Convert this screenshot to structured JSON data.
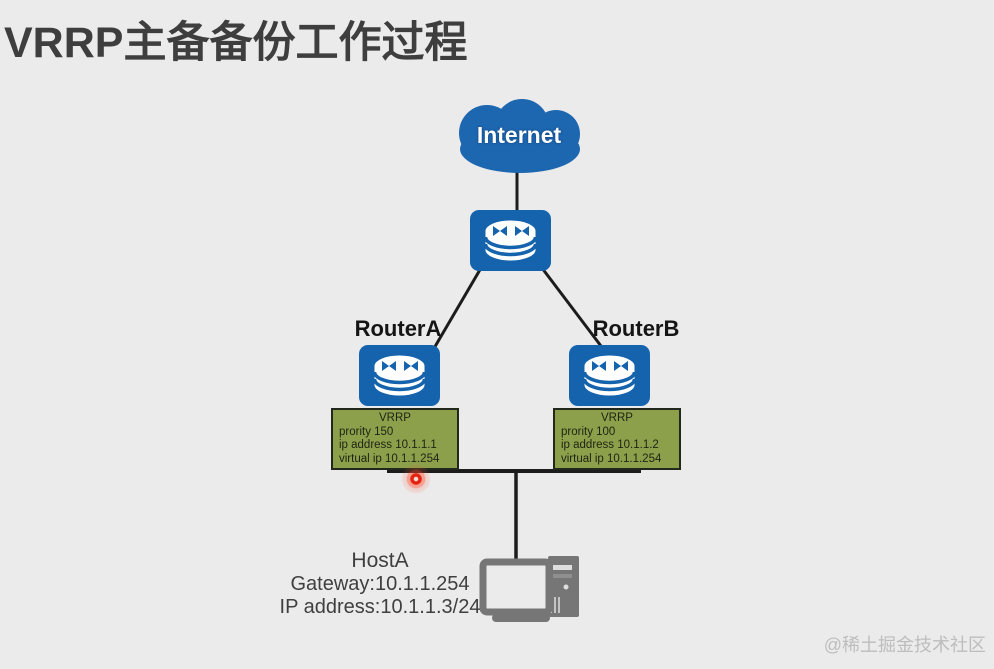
{
  "title": "VRRP主备备份工作过程",
  "cloud": {
    "label": "Internet"
  },
  "router_a": {
    "label": "RouterA",
    "vrrp_heading": "VRRP",
    "priority": "prority 150",
    "ip": "ip address 10.1.1.1",
    "virtual_ip": "virtual ip 10.1.1.254"
  },
  "router_b": {
    "label": "RouterB",
    "vrrp_heading": "VRRP",
    "priority": "prority 100",
    "ip": "ip address 10.1.1.2",
    "virtual_ip": "virtual ip 10.1.1.254"
  },
  "host": {
    "label": "HostA",
    "gateway": "Gateway:10.1.1.254",
    "ip_address": "IP address:10.1.1.3/24"
  },
  "watermark": "@稀土掘金技术社区",
  "colors": {
    "background": "#ebebeb",
    "device_blue": "#1463ac",
    "vrrp_box_green": "#8ca04b",
    "line_black": "#1c1c1c",
    "title_gray": "#3e3e3e",
    "host_gray": "#767676",
    "click_red": "#e42310",
    "watermark_gray": "#bdbdbd"
  }
}
